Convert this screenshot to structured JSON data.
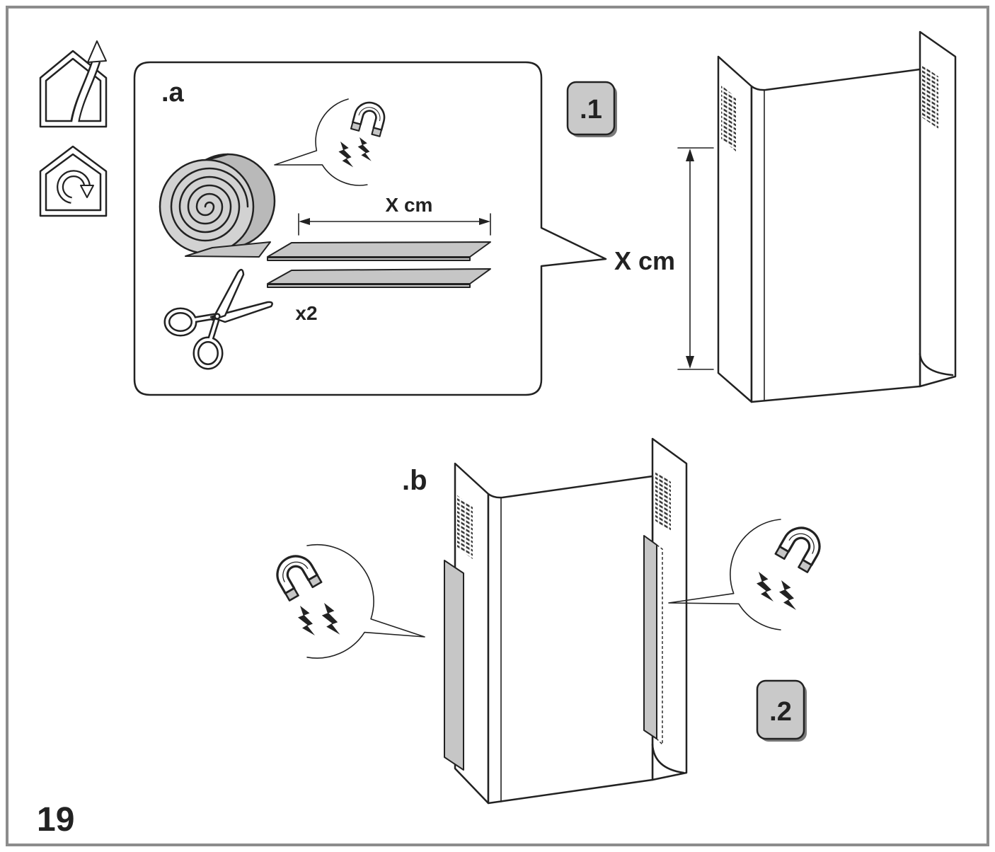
{
  "labels": {
    "step_a": ".a",
    "step_b": ".b",
    "step_1_badge": ".1",
    "step_2_badge": ".2",
    "strip_length": "X cm",
    "cover_height": "X cm",
    "strip_quantity": "x2",
    "page_number": "19"
  },
  "icons": {
    "extraction_mode": "house-extraction-icon",
    "recirculation_mode": "house-recirculation-icon",
    "tape_roll": "magnetic-tape-roll-icon",
    "magnet": "magnet-icon",
    "lightning": "lightning-bolt-icon",
    "scissors": "scissors-icon"
  },
  "colors": {
    "ink": "#222222",
    "frame": "#8c8c8c",
    "badge": "#c9c9c9",
    "strip": "#c6c6c6",
    "tape": "#d2d2d2"
  }
}
